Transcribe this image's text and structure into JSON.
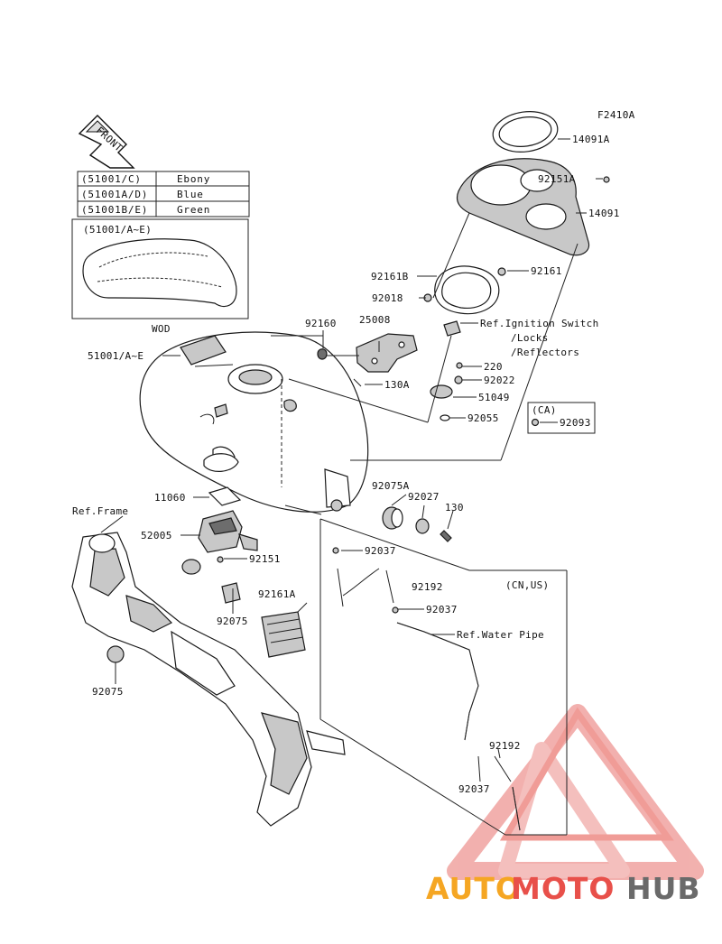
{
  "figure_code": "F2410A",
  "front_label": "FRONT",
  "color_table": {
    "rows": [
      {
        "code": "(51001/C)",
        "color": "Ebony"
      },
      {
        "code": "(51001A/D)",
        "color": "Blue"
      },
      {
        "code": "(51001B/E)",
        "color": "Green"
      }
    ]
  },
  "inset": {
    "title": "(51001/A~E)",
    "caption": "WOD"
  },
  "labels": {
    "p14091A": "14091A",
    "p92151A": "92151A",
    "p14091": "14091",
    "p92161B": "92161B",
    "p92161": "92161",
    "p92018": "92018",
    "ref_ignition": "Ref.Ignition Switch",
    "ref_locks": "/Locks",
    "ref_reflectors": "/Reflectors",
    "p92160": "92160",
    "p25008": "25008",
    "p51001": "51001/A~E",
    "p220": "220",
    "p92022": "92022",
    "p130A": "130A",
    "p51049": "51049",
    "ca": "(CA)",
    "p92093": "92093",
    "p92055": "92055",
    "p92075A": "92075A",
    "p92027": "92027",
    "p130": "130",
    "p11060": "11060",
    "ref_frame": "Ref.Frame",
    "p52005": "52005",
    "p92151": "92151",
    "p92037_a": "92037",
    "cn_us": "(CN,US)",
    "p92192_a": "92192",
    "p92037_b": "92037",
    "p92161A": "92161A",
    "ref_water_pipe": "Ref.Water Pipe",
    "p92075_a": "92075",
    "p92075_b": "92075",
    "p92192_b": "92192",
    "p92037_c": "92037"
  },
  "watermark": {
    "text_part1": "AUTO",
    "text_part2": "MOTO",
    "text_part3": "HUB",
    "colors": {
      "orange": "#f5a623",
      "red": "#e8504a",
      "gray": "#6a6a6a"
    }
  }
}
